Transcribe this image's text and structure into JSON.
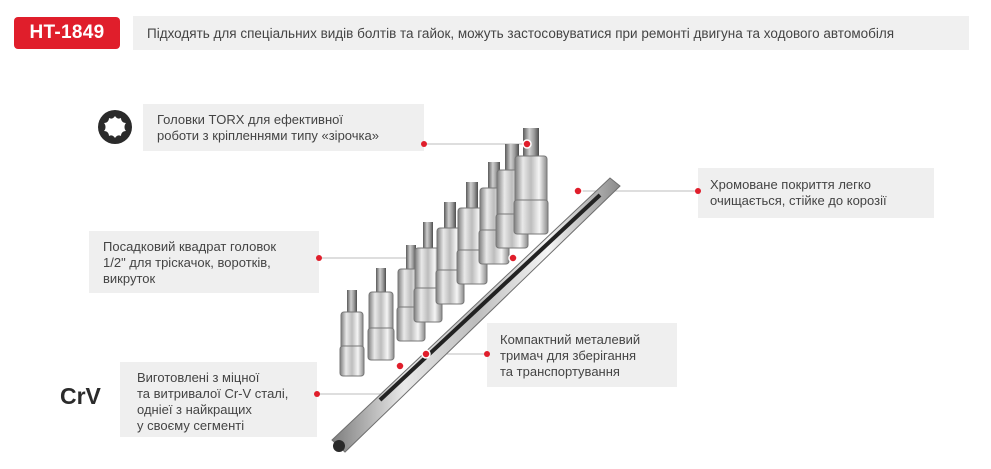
{
  "badge": {
    "code": "HT-1849"
  },
  "header": {
    "description": "Підходять для спеціальних видів болтів та гайок, можуть застосовуватися при ремонті двигуна та ходового автомобіля"
  },
  "callouts": {
    "torx": "Головки TORX для ефективної\nроботи з кріпленнями типу «зірочка»",
    "chrome": "Хромоване покриття легко\nочищається, стійке до корозії",
    "square": "Посадковий квадрат головок\n1/2\" для тріскачок, воротків,\nвикруток",
    "holder": "Компактний металевий\nтримач для зберігання\nта транспортування",
    "steel": "Виготовлені з міцної\nта витривалої Cr-V сталі,\nодніеї з найкращих\nу своєму сегменті"
  },
  "material_label": "CrV",
  "colors": {
    "accent": "#e01e2b",
    "callout_bg": "#efefef",
    "line": "#bdbdbd"
  },
  "icons": {
    "torx": "torx-star-icon"
  }
}
